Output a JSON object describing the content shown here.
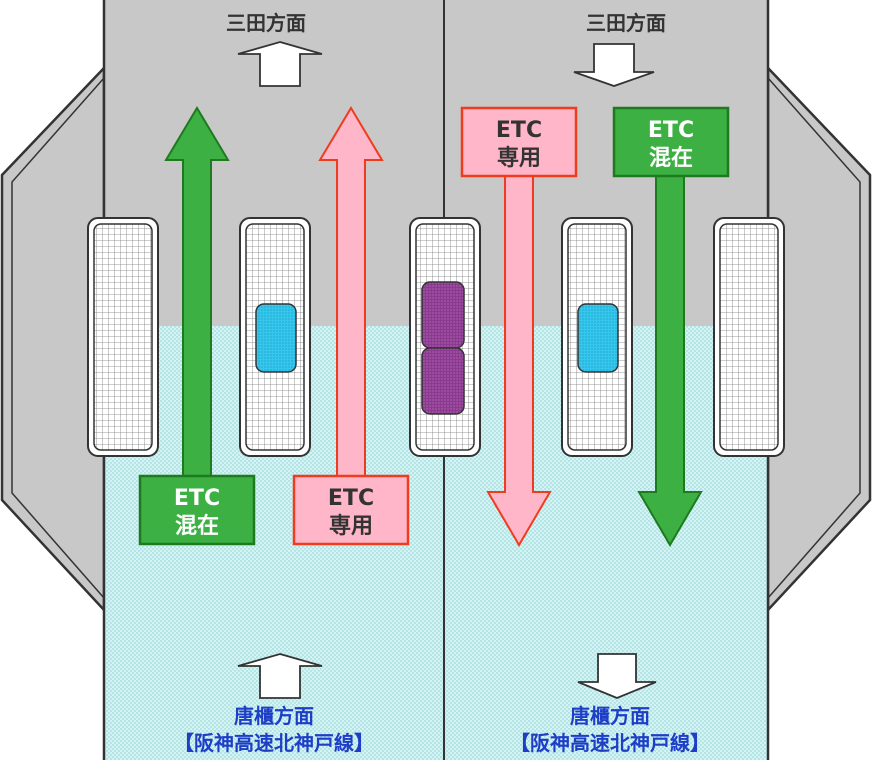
{
  "directions": {
    "top_left": "三田方面",
    "top_right": "三田方面",
    "bottom_left_line1": "唐櫃方面",
    "bottom_left_line2": "【阪神高速北神戸線】",
    "bottom_right_line1": "唐櫃方面",
    "bottom_right_line2": "【阪神高速北神戸線】"
  },
  "lanes": [
    {
      "id": "lane-1",
      "type": "ETC混在",
      "line1": "ETC",
      "line2": "混在",
      "direction": "up"
    },
    {
      "id": "lane-2",
      "type": "ETC専用",
      "line1": "ETC",
      "line2": "専用",
      "direction": "up"
    },
    {
      "id": "lane-3",
      "type": "ETC専用",
      "line1": "ETC",
      "line2": "専用",
      "direction": "down"
    },
    {
      "id": "lane-4",
      "type": "ETC混在",
      "line1": "ETC",
      "line2": "混在",
      "direction": "down"
    }
  ],
  "colors": {
    "plaza_gray": "#c8c8c8",
    "approach_cyan": "#d6f3f3",
    "etc_mixed_fill": "#3cb043",
    "etc_mixed_stroke": "#1f7a1f",
    "etc_only_fill": "#ffb6c8",
    "etc_only_stroke": "#f03c1e",
    "booth_blue": "#35c8ee",
    "booth_purple": "#8b3a8f",
    "text_dark": "#333333",
    "text_blue": "#1e3ec8"
  }
}
